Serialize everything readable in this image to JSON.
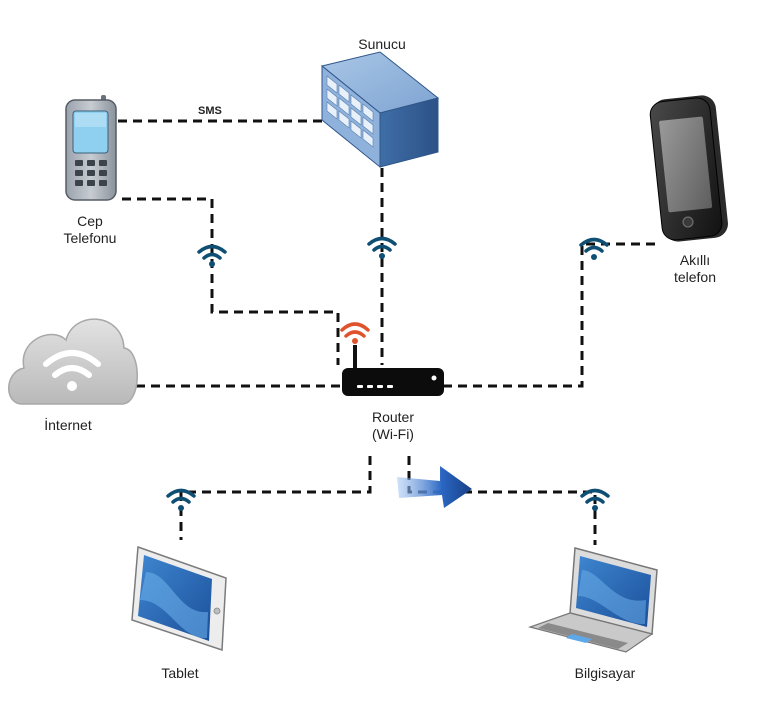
{
  "labels": {
    "server": "Sunucu",
    "sms": "SMS",
    "cell_phone_line1": "Cep",
    "cell_phone_line2": "Telefonu",
    "smartphone_line1": "Akıllı",
    "smartphone_line2": "telefon",
    "internet": "İnternet",
    "router_line1": "Router",
    "router_line2": "(Wi-Fi)",
    "tablet": "Tablet",
    "computer": "Bilgisayar"
  },
  "colors": {
    "link": "#111111",
    "wifi": "#0f4f73",
    "router_wifi": "#e0522b",
    "arrow": "#2a66c2",
    "cloud": "#c9c9c9",
    "server": "#5d8bc0"
  },
  "icons": {
    "server": "server-rack-icon",
    "cell_phone": "feature-phone-icon",
    "smartphone": "smartphone-icon",
    "internet": "cloud-wifi-icon",
    "router": "wifi-router-icon",
    "tablet": "tablet-icon",
    "computer": "laptop-icon",
    "wireless": "wifi-signal-icon",
    "transfer": "arrow-right-icon"
  }
}
